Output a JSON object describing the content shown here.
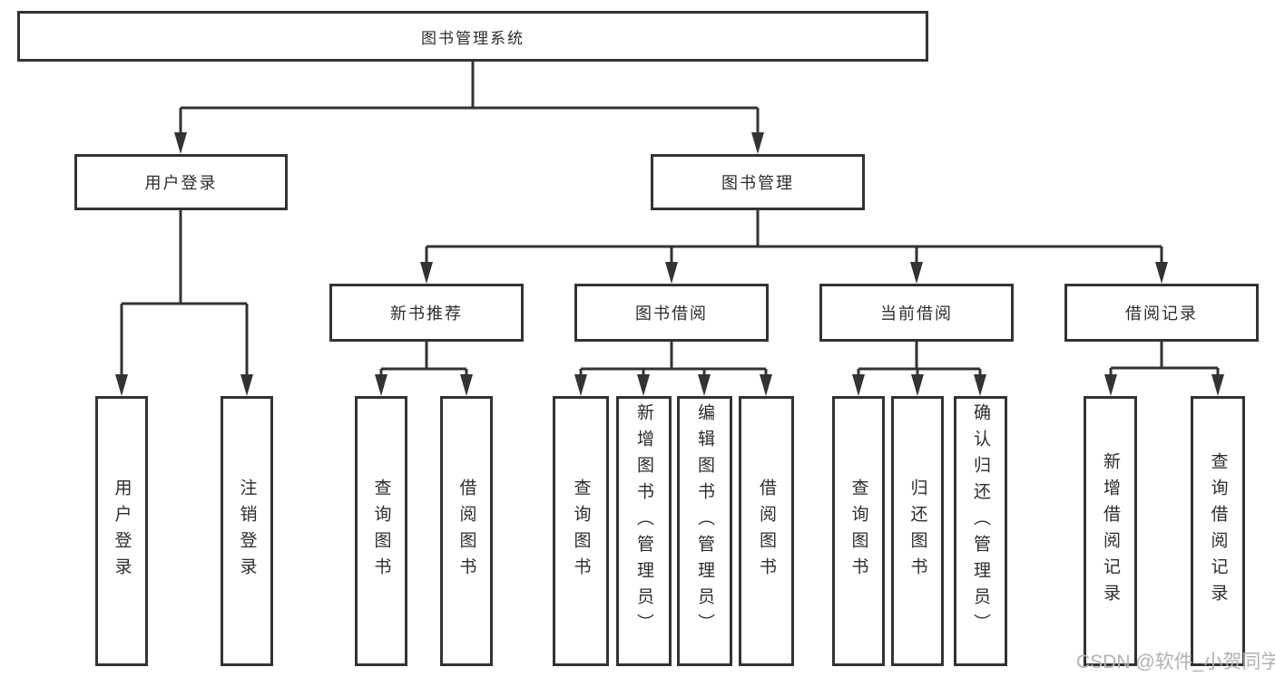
{
  "colors": {
    "background": "#ffffff",
    "line": "#333333",
    "text": "#2d2d2d",
    "watermark": "#b2b2b2"
  },
  "tree": {
    "root": {
      "label": "图书管理系统"
    },
    "children": [
      {
        "label": "用户登录",
        "children": [
          {
            "label": "用户登录"
          },
          {
            "label": "注销登录"
          }
        ]
      },
      {
        "label": "图书管理",
        "children": [
          {
            "label": "新书推荐",
            "children": [
              {
                "label": "查询图书"
              },
              {
                "label": "借阅图书"
              }
            ]
          },
          {
            "label": "图书借阅",
            "children": [
              {
                "label": "查询图书"
              },
              {
                "label": "新增图书（管理员）"
              },
              {
                "label": "编辑图书（管理员）"
              },
              {
                "label": "借阅图书"
              }
            ]
          },
          {
            "label": "当前借阅",
            "children": [
              {
                "label": "查询图书"
              },
              {
                "label": "归还图书"
              },
              {
                "label": "确认归还（管理员）"
              }
            ]
          },
          {
            "label": "借阅记录",
            "children": [
              {
                "label": "新增借阅记录"
              },
              {
                "label": "查询借阅记录"
              }
            ]
          }
        ]
      }
    ]
  },
  "watermark": {
    "text": "CSDN @软件_小贺同学"
  }
}
